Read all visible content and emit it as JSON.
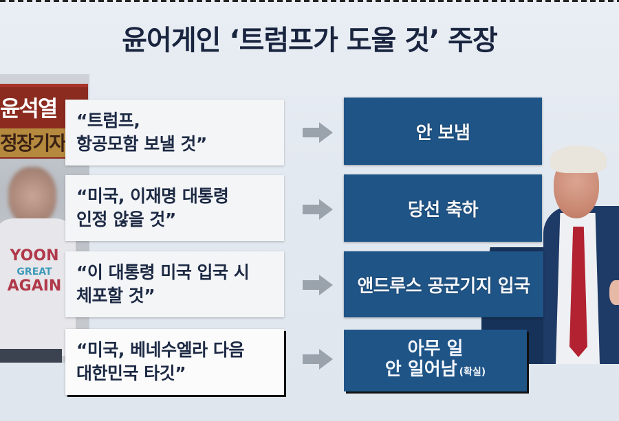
{
  "title": "윤어게인 ‘트럼프가 도울 것’ 주장",
  "left_photo": {
    "banner_line1": "윤석열",
    "banner_line2": "정장기자",
    "shirt_line1": "YOON",
    "shirt_line2": "GREAT",
    "shirt_line3": "AGAIN"
  },
  "claims": [
    {
      "quote": "“트럼프,\n항공모함 보낼 것”",
      "result": "안 보냄"
    },
    {
      "quote": "“미국, 이재명 대통령\n인정 않을 것”",
      "result": "당선 축하"
    },
    {
      "quote": "“이 대통령 미국 입국 시\n체포할 것”",
      "result": "앤드루스 공군기지 입국"
    },
    {
      "quote": "“미국, 베네수엘라 다음\n대한민국 타깃”",
      "result_line1": "아무 일",
      "result_line2": "안 일어남",
      "result_note": "(확실)"
    }
  ],
  "colors": {
    "title": "#19243f",
    "quote_bg": "#f4f5f7",
    "quote_text": "#1d2a44",
    "result_bg": "#1f5487",
    "result_text": "#f4f7fb",
    "arrow": "#9aa2ab"
  },
  "icons": {
    "arrow": "arrow-right-icon"
  }
}
